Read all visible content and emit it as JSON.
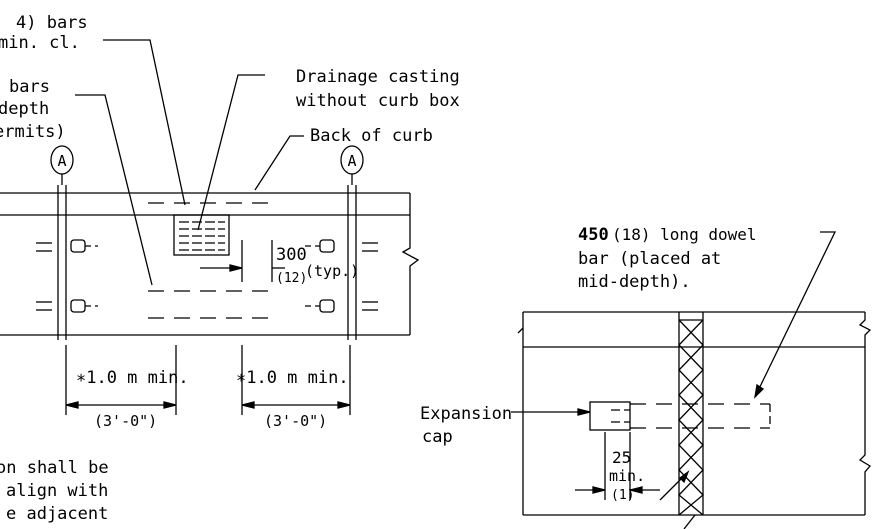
{
  "labels": {
    "bars_top_1": "4) bars",
    "bars_top_2": "min. cl.",
    "bars_mid_1": "bars",
    "bars_mid_2": "depth",
    "bars_mid_3": "ermits)",
    "drainage_1": "Drainage casting",
    "drainage_2": "without curb box",
    "back_of_curb": "Back of curb",
    "section_marker": "A",
    "dim_300": "300",
    "dim_300_imperial": "(12)",
    "dim_typ": "(typ.)",
    "dim_1m_left": "∗1.0 m min.",
    "dim_1m_left_imperial": "(3'-0\")",
    "dim_1m_right": "∗1.0 m min.",
    "dim_1m_right_imperial": "(3'-0\")",
    "note_1": "on shall be",
    "note_2": "align with",
    "note_3": "e adjacent",
    "dowel_1_metric": "450",
    "dowel_1_rest": "(18) long dowel",
    "dowel_2": "bar (placed at",
    "dowel_3": "mid-depth).",
    "expansion_1": "Expansion",
    "expansion_2": "cap",
    "dim_25": "25",
    "dim_25_min": "min.",
    "dim_25_imperial": "(1)"
  },
  "colors": {
    "line": "#000000",
    "background": "#ffffff"
  }
}
